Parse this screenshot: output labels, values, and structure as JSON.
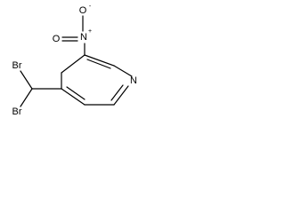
{
  "molecule": {
    "atoms": {
      "bromine_top": "Br",
      "bromine_bottom": "Br",
      "oxygen_top": "O",
      "oxygen_left": "O",
      "nitrogen_nitro": "N",
      "nitrogen_ring": "N"
    },
    "charges": {
      "oxygen_top": "-",
      "nitrogen_nitro": "+"
    }
  }
}
